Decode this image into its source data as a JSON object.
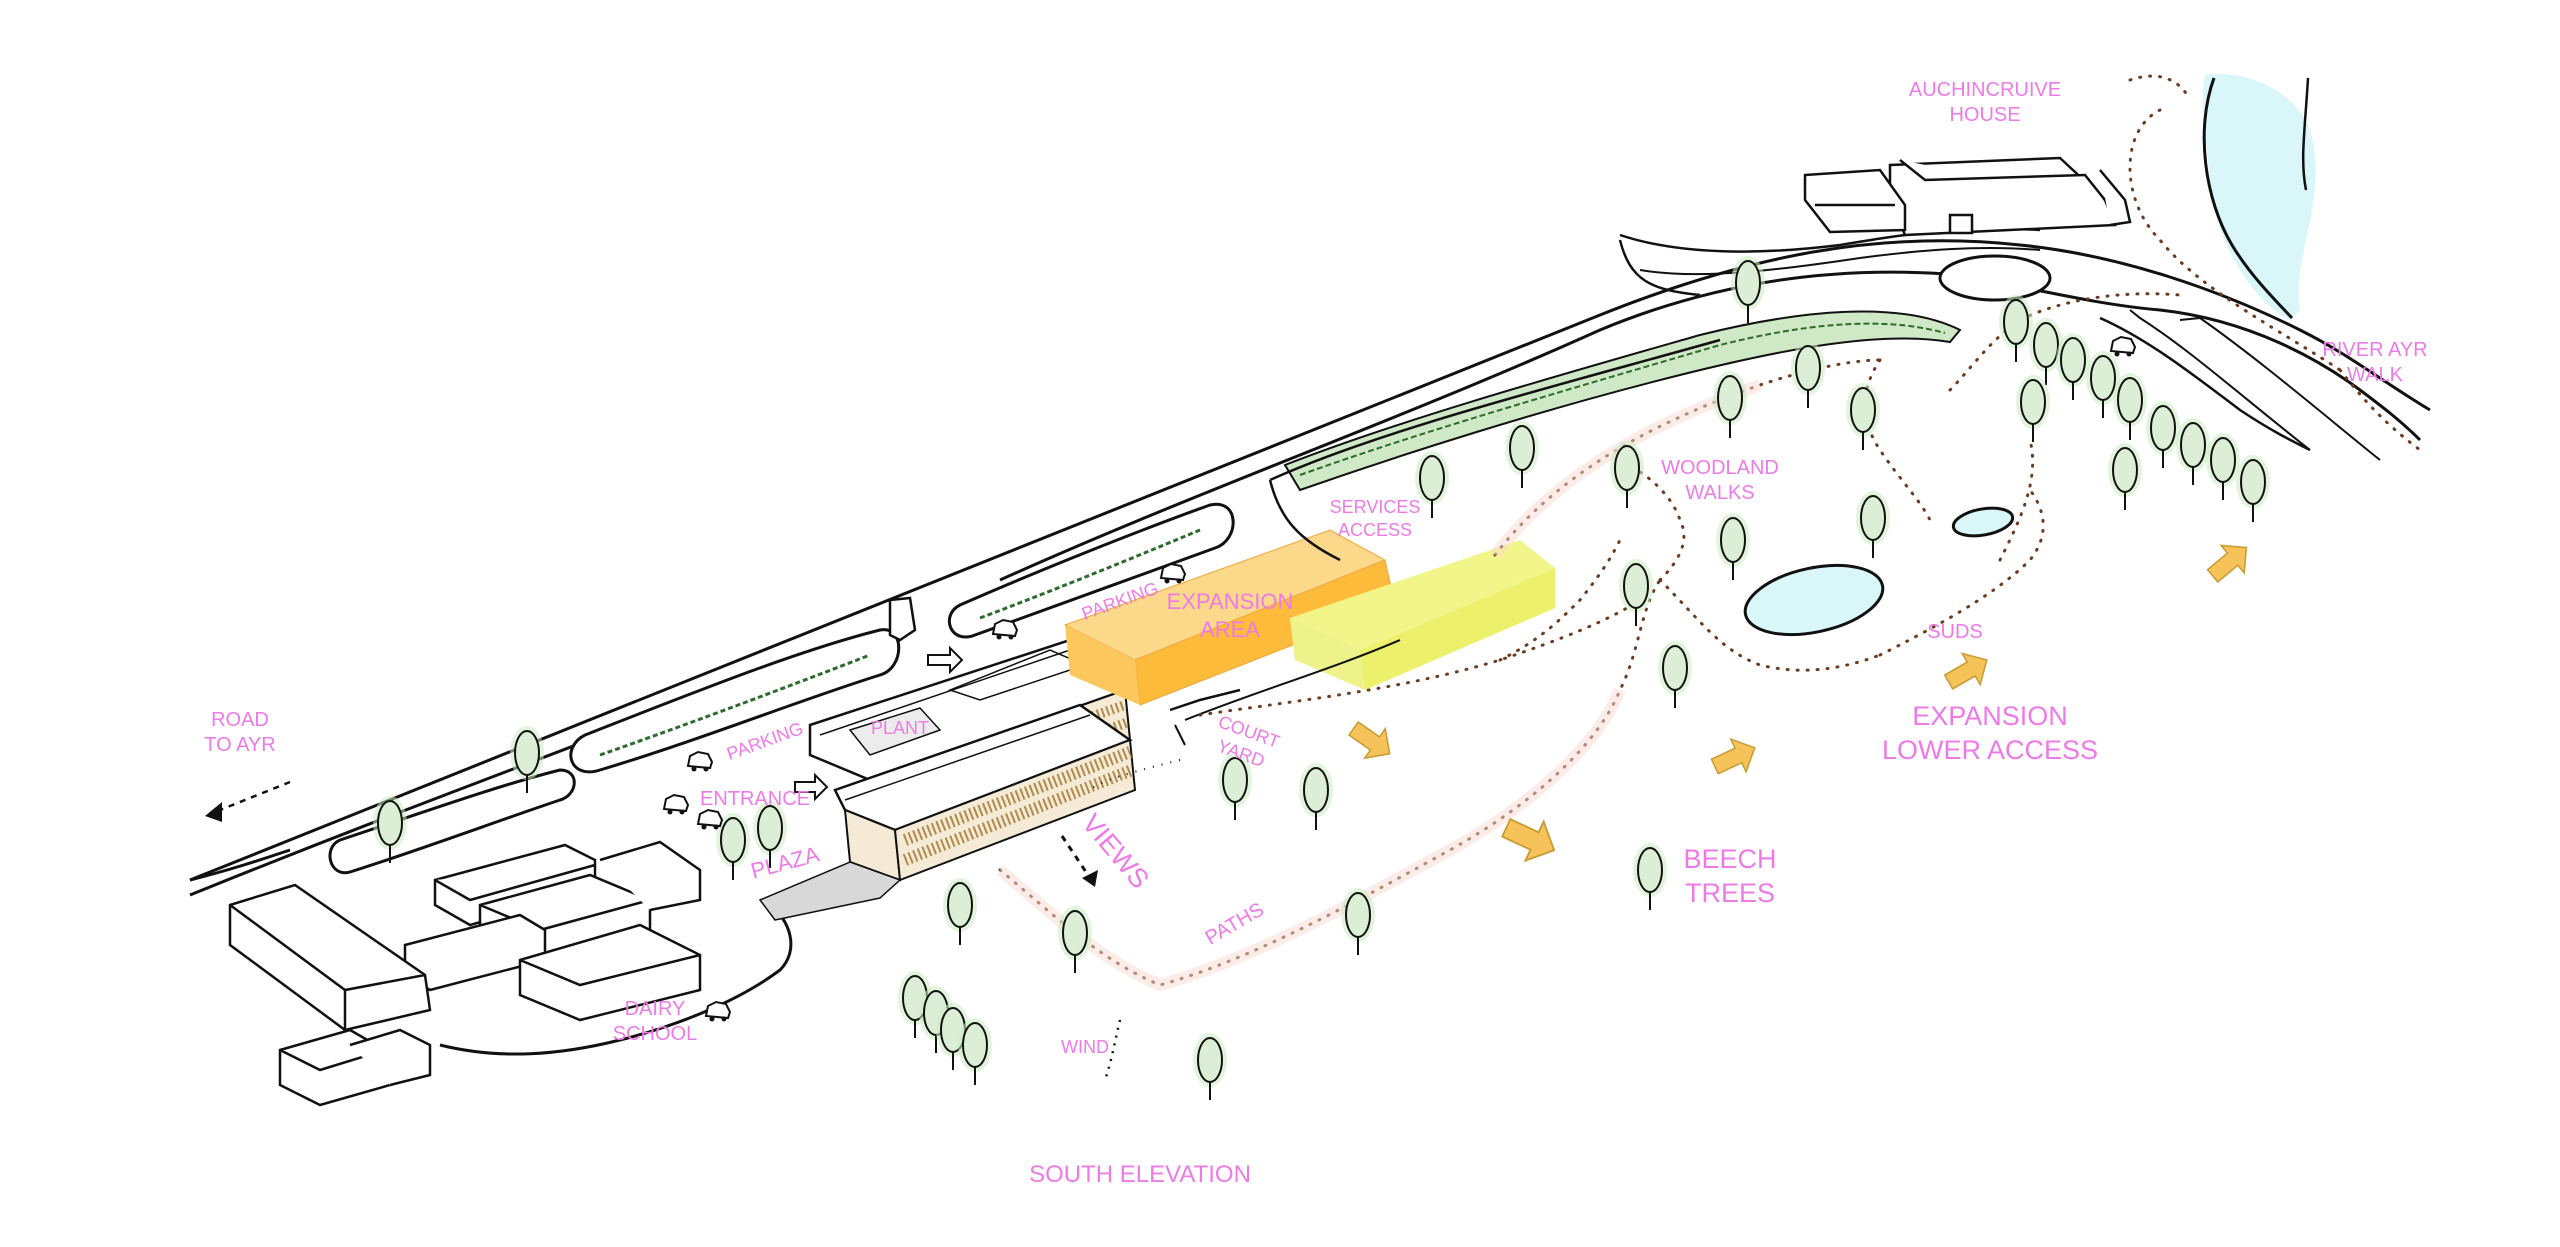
{
  "palette": {
    "label": "#ee7ae8",
    "ink": "#111111",
    "tree_fill": "#dcefd6",
    "tree_halo": "#c9ecc0",
    "hedge_fill": "#cfe9c7",
    "expansion_orange": "#fdbb3c",
    "expansion_yellow": "#f2f58a",
    "water": "#d9f6f8",
    "arrow_orange": "#f5c35a",
    "path_dot": "#6b3b1f"
  },
  "icons": [
    "tree-icon",
    "car-icon",
    "coach-icon",
    "flow-arrow-icon",
    "dashed-arrow-icon"
  ],
  "labels": {
    "auchincruive_house": "AUCHINCRUIVE\nHOUSE",
    "river_ayr_walk": "RIVER AYR\nWALK",
    "woodland_walks": "WOODLAND\nWALKS",
    "services_access": "SERVICES\nACCESS",
    "parking_upper": "PARKING",
    "expansion_area": "EXPANSION\nAREA",
    "suds": "SUDS",
    "expansion_lower_access": "EXPANSION\nLOWER ACCESS",
    "road_to_ayr": "ROAD\nTO AYR",
    "parking_lower": "PARKING",
    "plant": "PLANT",
    "court_yard": "COURT\nYARD",
    "entrance": "ENTRANCE",
    "plaza": "PLAZA",
    "views": "VIEWS",
    "paths": "PATHS",
    "beech_trees": "BEECH\nTREES",
    "dairy_school": "DAIRY\nSCHOOL",
    "wind": "WIND",
    "south_elevation": "SOUTH ELEVATION"
  }
}
